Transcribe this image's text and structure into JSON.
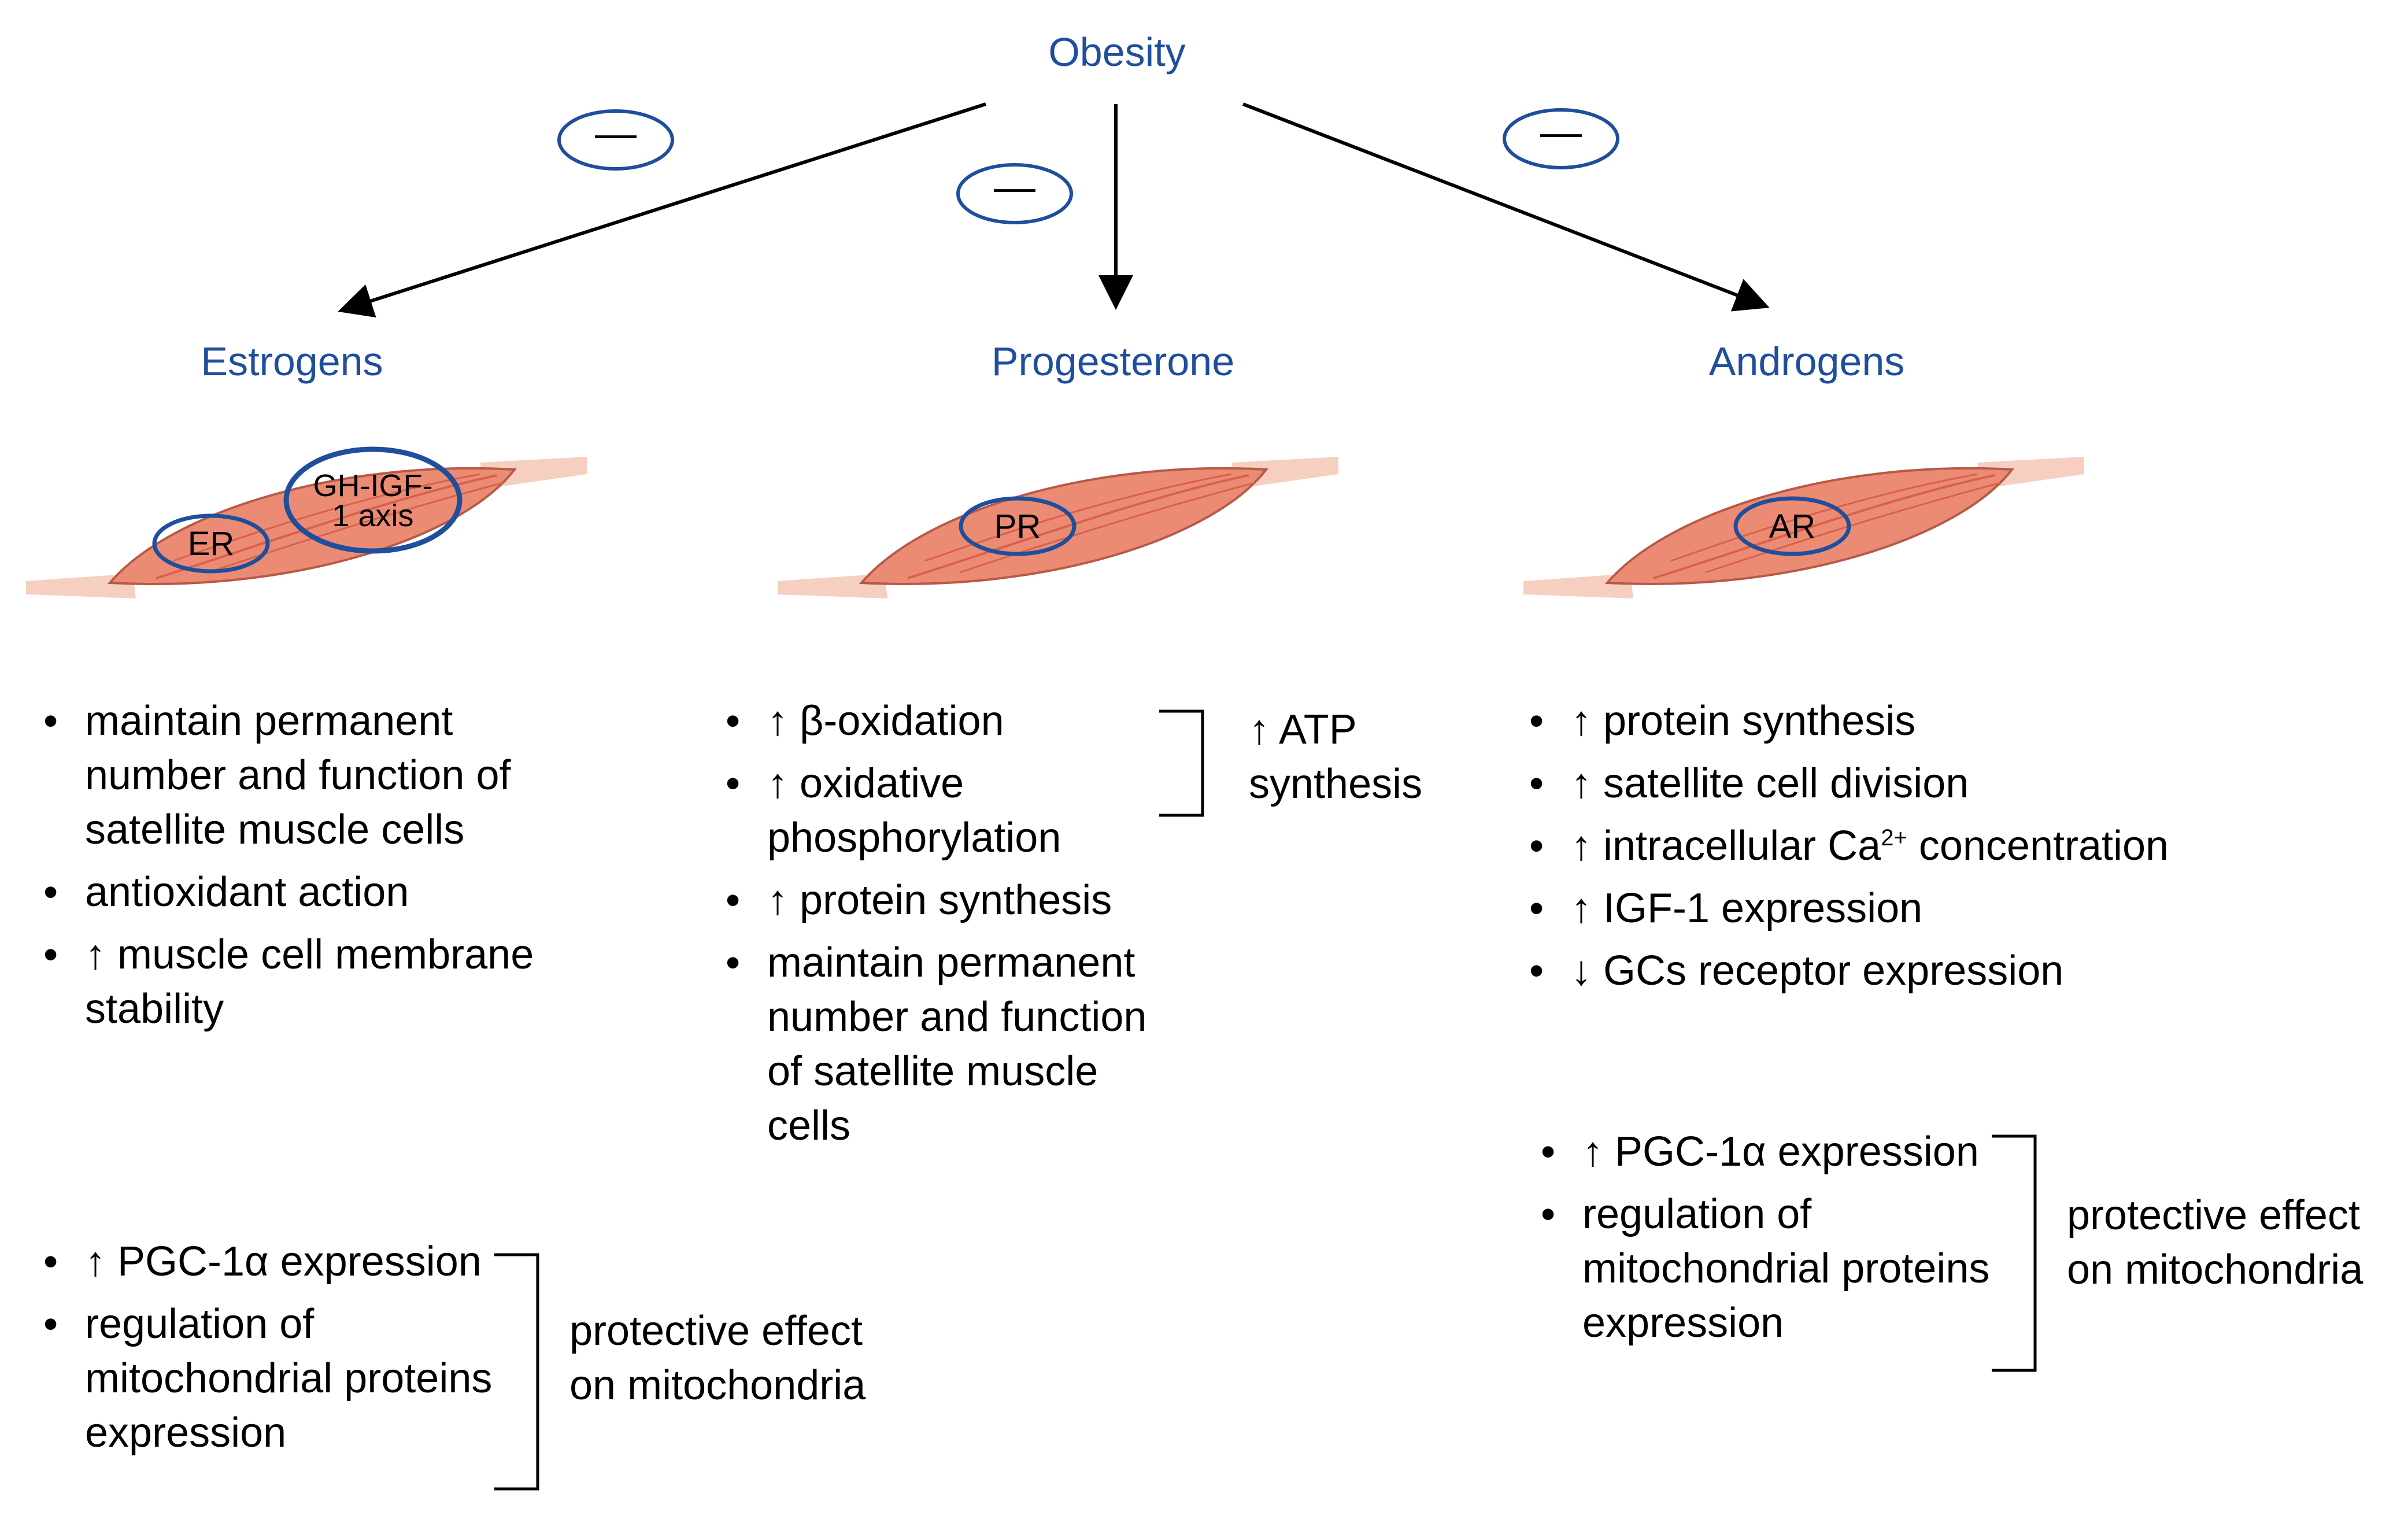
{
  "root": {
    "label": "Obesity"
  },
  "effect_sign": "—",
  "hormones": [
    {
      "label": "Estrogens",
      "receptors": [
        "ER",
        "GH-IGF-1 axis"
      ],
      "effects": [
        "maintain permanent number and function of satellite muscle cells",
        "antioxidant action",
        "↑ muscle cell membrane stability"
      ],
      "mito_effects": [
        "↑ PGC-1α expression",
        "regulation of mitochondrial proteins expression"
      ],
      "mito_note": [
        "protective effect",
        "on mitochondria"
      ]
    },
    {
      "label": "Progesterone",
      "receptors": [
        "PR"
      ],
      "effects": [
        "↑ β-oxidation",
        "↑ oxidative phosphorylation",
        "↑ protein synthesis",
        "maintain permanent number and function of satellite muscle cells"
      ],
      "atp_note": [
        "↑ ATP",
        "synthesis"
      ]
    },
    {
      "label": "Androgens",
      "receptors": [
        "AR"
      ],
      "effects": [
        "↑ protein synthesis",
        "↑ satellite cell division",
        "↑ intracellular Ca",
        "2+",
        " concentration",
        "↑ IGF-1 expression",
        "↓ GCs receptor expression"
      ],
      "mito_effects": [
        "↑ PGC-1α expression",
        "regulation of mitochondrial proteins expression"
      ],
      "mito_note": [
        "protective effect",
        "on mitochondria"
      ]
    }
  ],
  "colors": {
    "label_blue": "#1f4e9c",
    "oval_stroke": "#1f4e9c",
    "muscle_fill": "#ec8b74",
    "muscle_dark": "#d9604a",
    "tendon": "#f6cfc1",
    "text": "#000000"
  }
}
